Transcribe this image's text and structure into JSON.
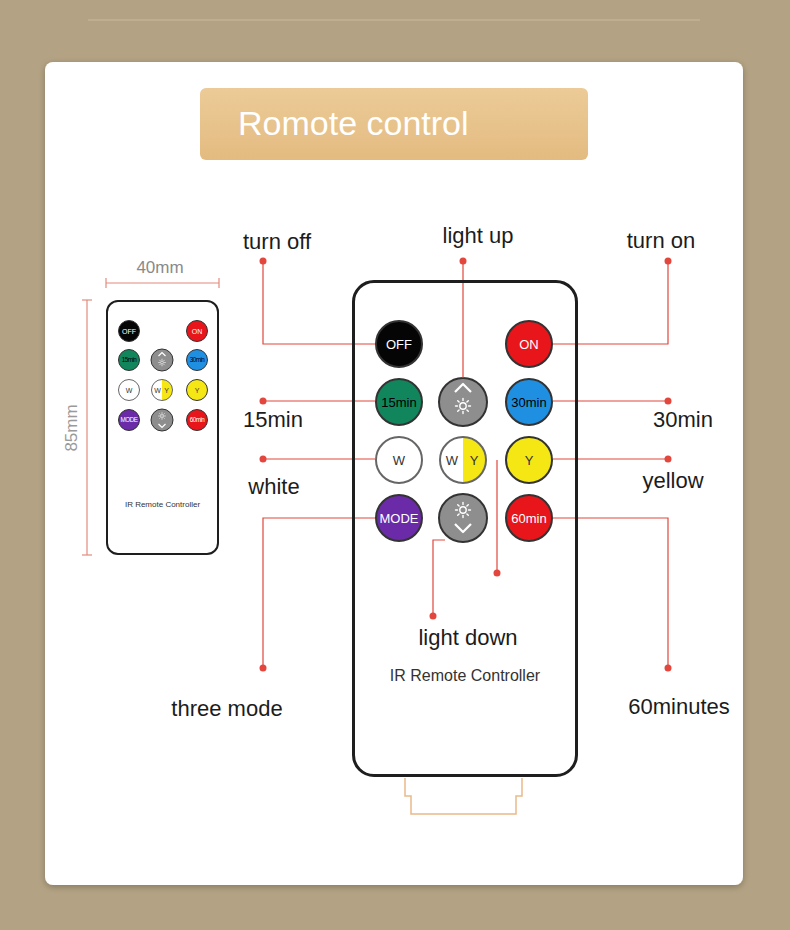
{
  "diagram": {
    "title": "Romote control",
    "nodes": [
      {
        "text": [
          "IR Remote Controller"
        ]
      },
      {
        "text": [
          "OFF"
        ],
        "in": 0
      },
      {
        "text": [
          "ON"
        ],
        "in": 0
      },
      {
        "text": [
          "15min"
        ],
        "in": 0
      },
      {
        "text": [
          "30min"
        ],
        "in": 0
      },
      {
        "text": [
          "W"
        ],
        "in": 0
      },
      {
        "text": [
          "W",
          "Y"
        ],
        "in": 0
      },
      {
        "text": [
          "Y"
        ],
        "in": 0
      },
      {
        "text": [
          "MODE"
        ],
        "in": 0
      },
      {
        "text": [
          "60min"
        ],
        "in": 0
      },
      {
        "text": [
          "IR Remote Controller"
        ]
      },
      {
        "text": [
          "OFF"
        ],
        "in": 10
      },
      {
        "text": [
          "ON"
        ],
        "in": 10
      },
      {
        "text": [
          "15min"
        ],
        "in": 10
      },
      {
        "text": [
          "30min"
        ],
        "in": 10
      },
      {
        "text": [
          "W"
        ],
        "in": 10
      },
      {
        "text": [
          "W",
          "Y"
        ],
        "in": 10
      },
      {
        "text": [
          "Y"
        ],
        "in": 10
      },
      {
        "text": [
          "MODE"
        ],
        "in": 10
      },
      {
        "text": [
          "60min"
        ],
        "in": 10
      }
    ],
    "labels": [
      "40mm",
      "85mm",
      "turn off",
      "light up",
      "turn on",
      "15min",
      "30min",
      "white",
      "yellow",
      "light down",
      "three mode",
      "60minutes"
    ]
  }
}
